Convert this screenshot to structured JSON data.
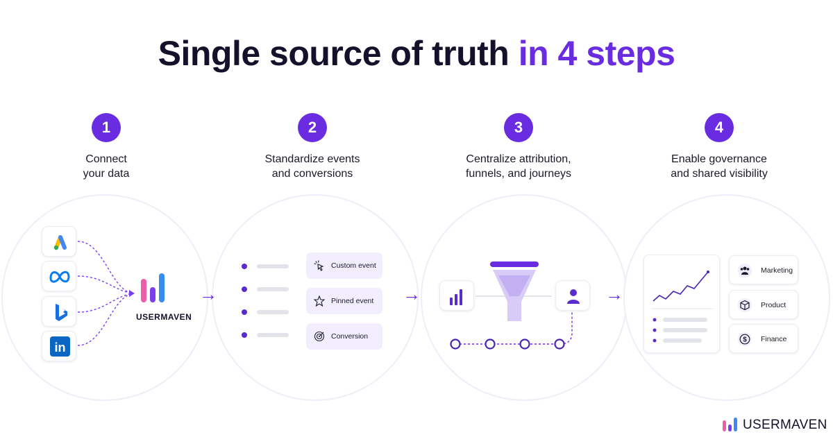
{
  "title": {
    "main": "Single source of truth",
    "accent": "in 4 steps"
  },
  "steps": [
    {
      "number": "1",
      "label_line1": "Connect",
      "label_line2": "your data"
    },
    {
      "number": "2",
      "label_line1": "Standardize events",
      "label_line2": "and conversions"
    },
    {
      "number": "3",
      "label_line1": "Centralize attribution,",
      "label_line2": "funnels, and journeys"
    },
    {
      "number": "4",
      "label_line1": "Enable governance",
      "label_line2": "and shared visibility"
    }
  ],
  "step1": {
    "sources": [
      {
        "icon": "google-ads-icon"
      },
      {
        "icon": "meta-icon"
      },
      {
        "icon": "bing-icon"
      },
      {
        "icon": "linkedin-icon"
      }
    ],
    "hub_label": "USERMAVEN"
  },
  "step2": {
    "chips": [
      {
        "icon": "cursor-click-icon",
        "label": "Custom event"
      },
      {
        "icon": "star-icon",
        "label": "Pinned event"
      },
      {
        "icon": "target-icon",
        "label": "Conversion"
      }
    ]
  },
  "step4": {
    "teams": [
      {
        "icon": "people-icon",
        "label": "Marketing"
      },
      {
        "icon": "cube-icon",
        "label": "Product"
      },
      {
        "icon": "dollar-icon",
        "label": "Finance"
      }
    ]
  },
  "brand": {
    "name": "USERMAVEN"
  },
  "colors": {
    "accent": "#6a2ce0",
    "text": "#14112b",
    "chip_bg": "#f2eefe",
    "logo_pink": "#ec5fa8",
    "logo_purple": "#7b3df0",
    "logo_blue": "#3a8df0"
  }
}
